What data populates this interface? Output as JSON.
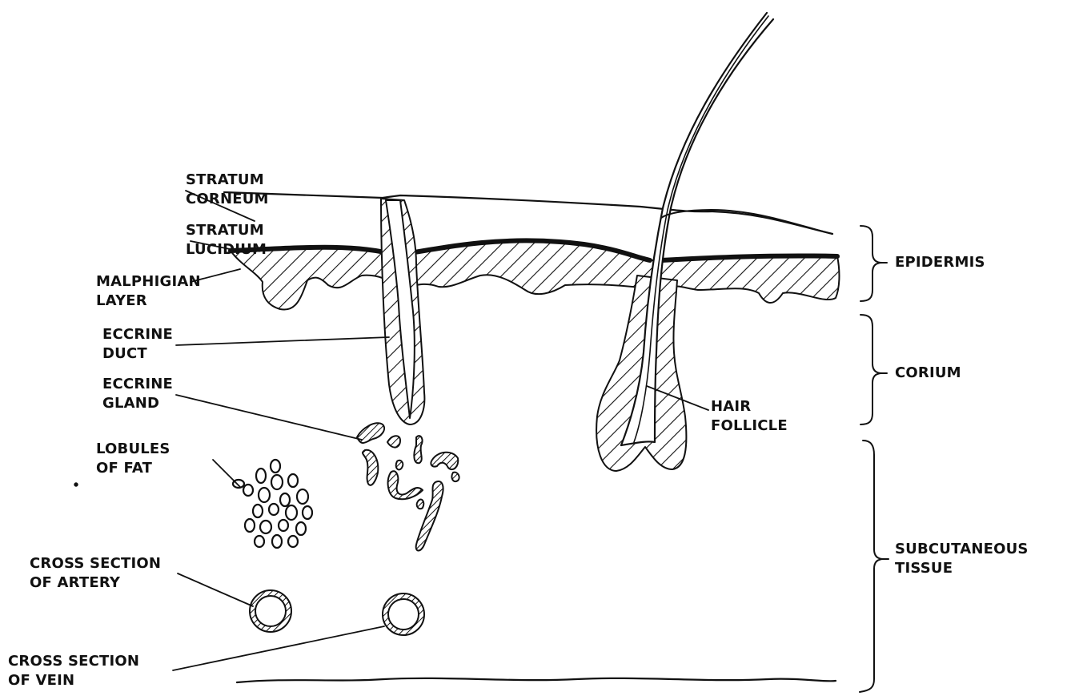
{
  "labels": {
    "stratum_corneum": [
      "STRATUM",
      "CORNEUM"
    ],
    "stratum_lucidium": [
      "STRATUM",
      "LUCIDIUM"
    ],
    "malphigian_layer": [
      "MALPHIGIAN",
      "LAYER"
    ],
    "eccrine_duct": [
      "ECCRINE",
      "DUCT"
    ],
    "eccrine_gland": [
      "ECCRINE",
      "GLAND"
    ],
    "lobules_of_fat": [
      "LOBULES",
      "OF FAT"
    ],
    "cross_section_artery": [
      "CROSS SECTION",
      "OF ARTERY"
    ],
    "cross_section_vein": [
      "CROSS SECTION",
      "OF VEIN"
    ],
    "hair_follicle": [
      "HAIR",
      "FOLLICLE"
    ],
    "epidermis": "EPIDERMIS",
    "corium": "CORIUM",
    "subcutaneous_tissue": [
      "SUBCUTANEOUS",
      "TISSUE"
    ]
  },
  "colors": {
    "ink": "#111111",
    "paper": "#ffffff"
  }
}
